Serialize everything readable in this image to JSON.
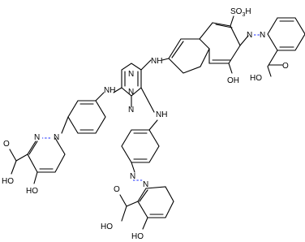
{
  "molecule": {
    "atom_labels": {
      "so3h": "SO",
      "so3h_suffix": "3",
      "so3h_h": "H",
      "oh": "OH",
      "nh": "N",
      "nh_h": "H",
      "n": "N",
      "cooh_ho": "HO",
      "cooh_o": "O",
      "cooh_oh": "OH",
      "ho": "HO"
    },
    "colors": {
      "bond": "#000000",
      "azo_highlight": "#1a2cff",
      "background": "#ffffff"
    }
  }
}
